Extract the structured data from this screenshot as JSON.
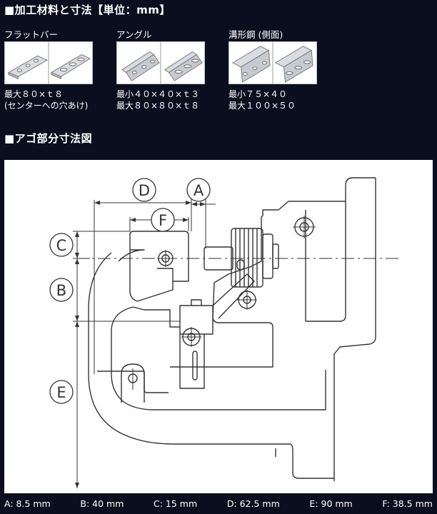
{
  "sections": {
    "materials_heading": "■加工材料と寸法【単位：mm】",
    "jaw_heading": "■アゴ部分寸法図"
  },
  "materials": [
    {
      "name": "フラットバー",
      "icon": "flat-bar-illustration",
      "spec_lines": [
        "最大８０×ｔ８",
        "(センターへの穴あけ)"
      ]
    },
    {
      "name": "アングル",
      "icon": "angle-illustration",
      "spec_lines": [
        "最小４０×４０×ｔ３",
        "最大８０×８０×ｔ８"
      ]
    },
    {
      "name": "溝形鋼 (側面)",
      "icon": "channel-illustration",
      "spec_lines": [
        "最小７５×４０",
        "最大１００×５０"
      ]
    }
  ],
  "diagram": {
    "labels": {
      "a": "A",
      "b": "B",
      "c": "C",
      "d": "D",
      "e": "E",
      "f": "F"
    }
  },
  "dimensions": [
    {
      "label": "A: 8.5 mm"
    },
    {
      "label": "B: 40 mm"
    },
    {
      "label": "C: 15 mm"
    },
    {
      "label": "D: 62.5 mm"
    },
    {
      "label": "E: 90 mm"
    },
    {
      "label": "F: 38.5 mm"
    }
  ],
  "colors": {
    "background": "#0b0e1e",
    "panel": "#ffffff",
    "line": "#333333"
  }
}
